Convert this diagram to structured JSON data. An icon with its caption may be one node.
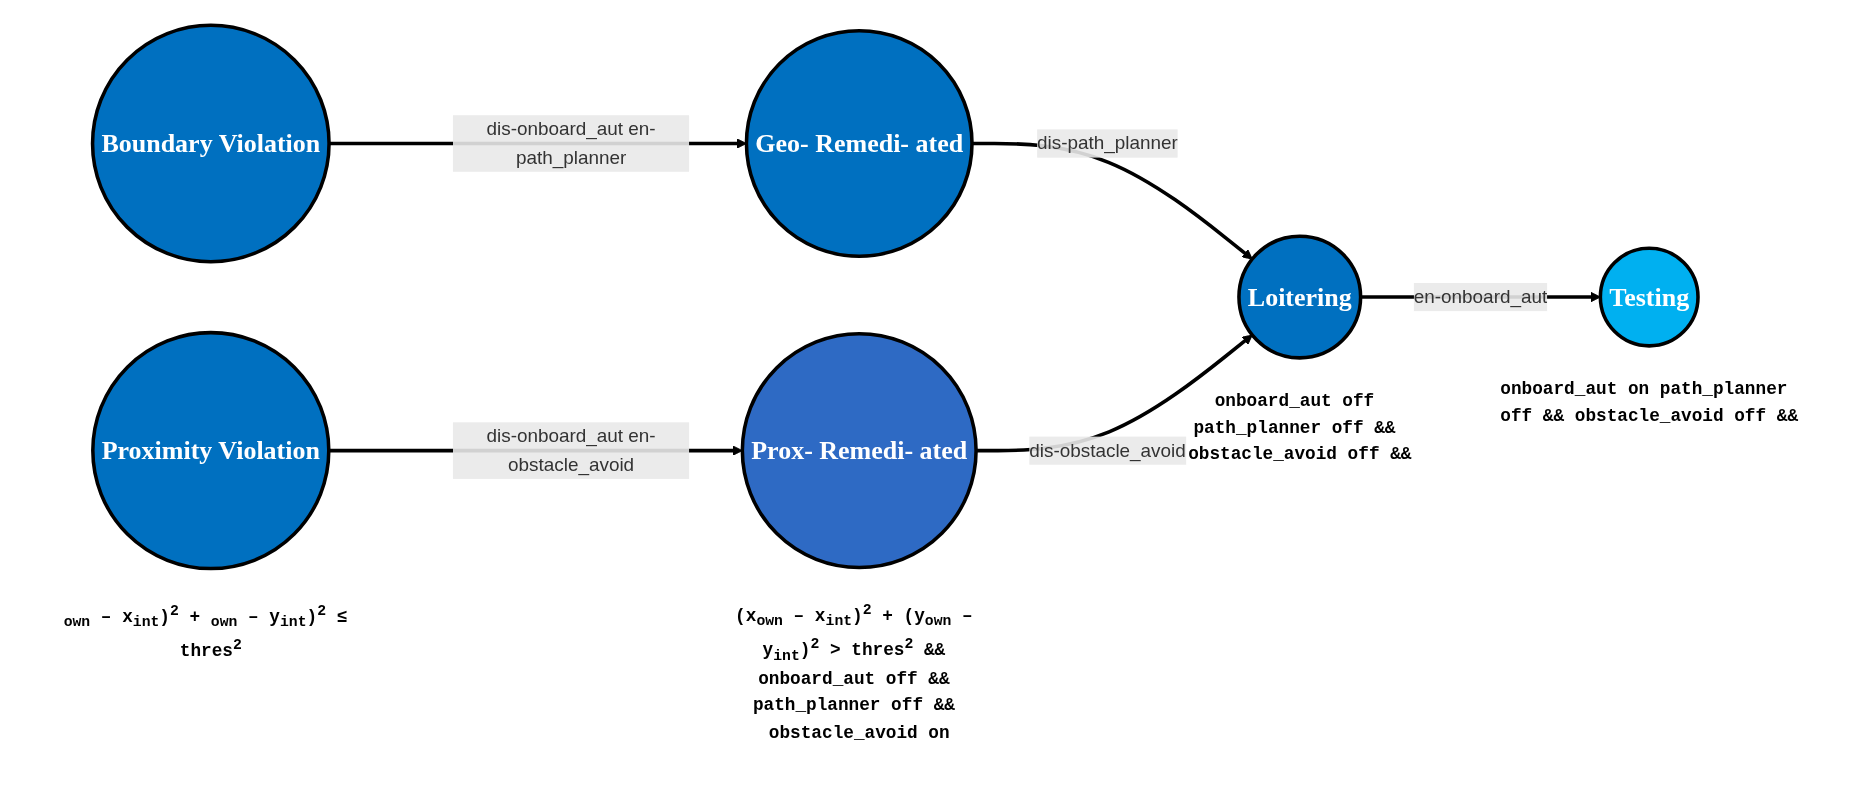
{
  "diagram": {
    "nodes": [
      {
        "text": [
          "Boundary Violation"
        ]
      },
      {
        "text": [
          "Geo- Remedi- ated"
        ]
      },
      {
        "text": [
          "Loitering"
        ],
        "beside": [
          "onboard_aut off path_planner off && obstacle_avoid off &&"
        ]
      },
      {
        "text": [
          "Testing"
        ],
        "beside": [
          "onboard_aut on path_planner off && obstacle_avoid off &&"
        ]
      },
      {
        "text": [
          "Proximity Violation"
        ],
        "beside": [
          "$_{own}$ – x$_{int}$)$^{2}$ + $_{own}$ – y$_{int}$)$^{2}$ ≤ thres$^{2}$"
        ]
      },
      {
        "text": [
          "Prox- Remedi- ated"
        ],
        "beside": [
          "(x$_{own}$ – x$_{int}$)$^{2}$ + (y$_{own}$ – y$_{int}$)$^{2}$ > thres$^{2}$ && onboard_aut off && path_planner off && obstacle_avoid on"
        ]
      }
    ],
    "edges": [
      {
        "from": 0,
        "to": 1,
        "arrow": "to",
        "label": "dis-onboard_aut en-path_planner"
      },
      {
        "from": 1,
        "to": 2,
        "arrow": "to",
        "label": "dis-path_planner"
      },
      {
        "from": 2,
        "to": 3,
        "arrow": "to",
        "label": "en-onboard_aut"
      },
      {
        "from": 4,
        "to": 5,
        "arrow": "to",
        "label": "dis-onboard_aut en-obstacle_avoid"
      },
      {
        "from": 5,
        "to": 2,
        "arrow": "to",
        "label": "dis-obstacle_avoid"
      }
    ]
  }
}
